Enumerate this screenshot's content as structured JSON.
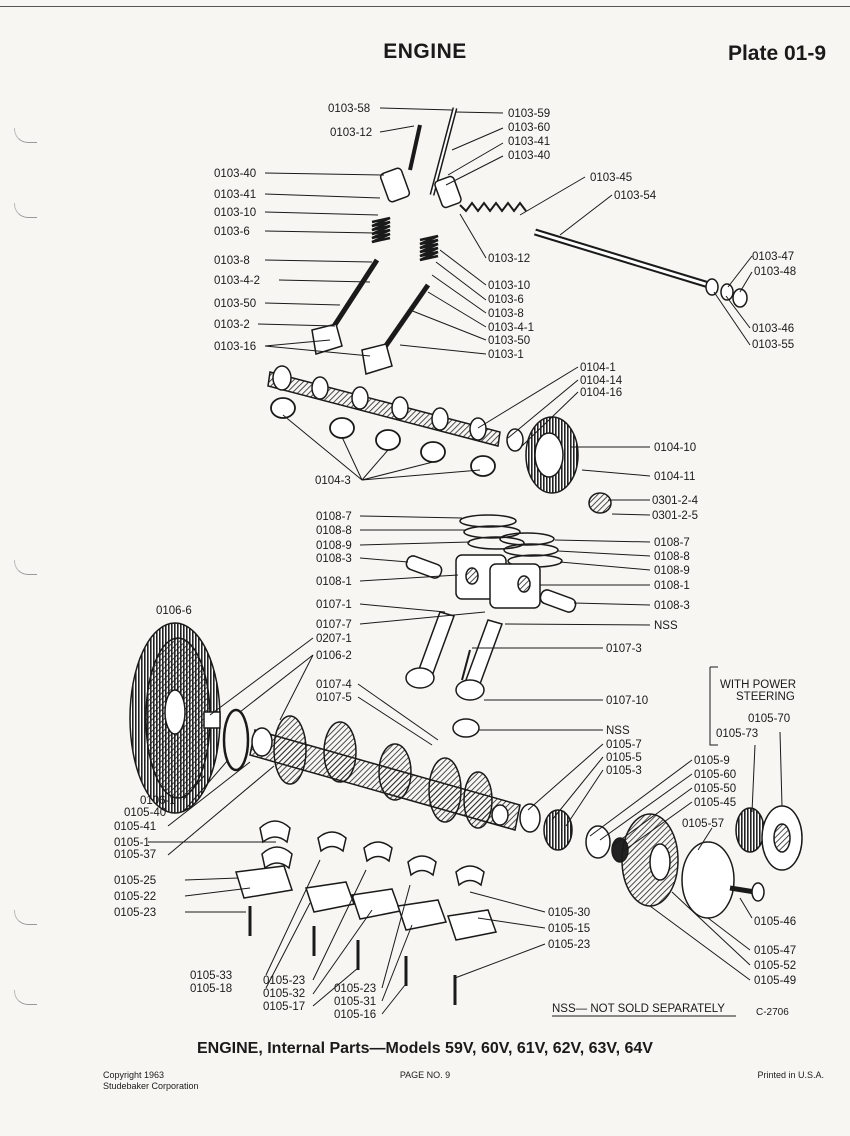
{
  "header": {
    "title": "ENGINE",
    "plate": "Plate 01-9"
  },
  "callouts": [
    "0103-58",
    "0103-12",
    "0103-59",
    "0103-60",
    "0103-41",
    "0103-40",
    "0103-40",
    "0103-41",
    "0103-10",
    "0103-6",
    "0103-8",
    "0103-4-2",
    "0103-50",
    "0103-2",
    "0103-16",
    "0103-45",
    "0103-54",
    "0103-12",
    "0103-10",
    "0103-6",
    "0103-8",
    "0103-4-1",
    "0103-50",
    "0103-1",
    "0103-47",
    "0103-48",
    "0103-46",
    "0103-55",
    "0104-1",
    "0104-14",
    "0104-16",
    "0104-10",
    "0104-11",
    "0301-2-4",
    "0301-2-5",
    "0104-3",
    "0108-7",
    "0108-8",
    "0108-9",
    "0108-3",
    "0108-1",
    "0107-1",
    "0107-7",
    "0207-1",
    "0106-2",
    "0106-6",
    "0108-7",
    "0108-8",
    "0108-9",
    "0108-1",
    "0108-3",
    "NSS",
    "0107-3",
    "0107-10",
    "0107-4",
    "0107-5",
    "NSS",
    "0105-7",
    "0105-5",
    "0105-3",
    "WITH POWER",
    "STEERING",
    "0105-70",
    "0105-73",
    "0105-9",
    "0105-60",
    "0105-50",
    "0105-45",
    "0105-57",
    "0106-1",
    "0105-40",
    "0105-41",
    "0105-1",
    "0105-37",
    "0105-25",
    "0105-22",
    "0105-23",
    "0105-46",
    "0105-47",
    "0105-52",
    "0105-49",
    "0105-30",
    "0105-15",
    "0105-23",
    "0105-33",
    "0105-18",
    "0105-23",
    "0105-32",
    "0105-17",
    "0105-23",
    "0105-31",
    "0105-16"
  ],
  "legend": {
    "nss": "NSS— NOT SOLD SEPARATELY",
    "drawing_no": "C-2706"
  },
  "caption": "ENGINE, Internal Parts—Models 59V, 60V, 61V, 62V, 63V, 64V",
  "footer": {
    "copyright_1": "Copyright 1963",
    "copyright_2": "Studebaker Corporation",
    "page": "PAGE NO. 9",
    "printed": "Printed in U.S.A."
  }
}
